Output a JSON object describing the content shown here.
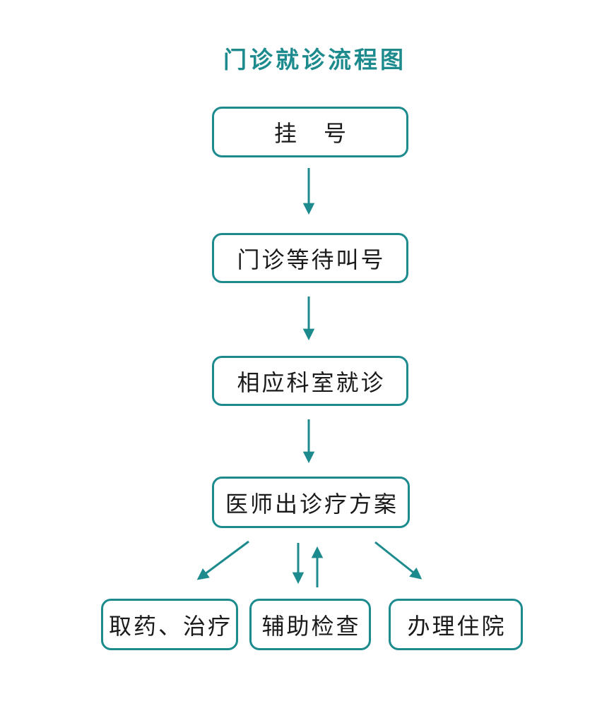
{
  "title": "门诊就诊流程图",
  "colors": {
    "accent": "#1D8B8D",
    "text": "#1A1A1A",
    "bg": "#FFFFFF"
  },
  "nodes": [
    {
      "id": "register",
      "label": "挂　号"
    },
    {
      "id": "waiting",
      "label": "门诊等待叫号"
    },
    {
      "id": "department-visit",
      "label": "相应科室就诊"
    },
    {
      "id": "treatment-plan",
      "label": "医师出诊疗方案"
    },
    {
      "id": "pharmacy-treatment",
      "label": "取药、治疗"
    },
    {
      "id": "auxiliary-exam",
      "label": "辅助检查"
    },
    {
      "id": "hospital-admission",
      "label": "办理住院"
    }
  ],
  "edges": [
    {
      "from": "register",
      "to": "waiting",
      "style": "arrow-down"
    },
    {
      "from": "waiting",
      "to": "department-visit",
      "style": "arrow-down"
    },
    {
      "from": "department-visit",
      "to": "treatment-plan",
      "style": "arrow-down"
    },
    {
      "from": "treatment-plan",
      "to": "pharmacy-treatment",
      "style": "arrow-diagonal-left"
    },
    {
      "from": "treatment-plan",
      "to": "auxiliary-exam",
      "style": "arrow-down"
    },
    {
      "from": "auxiliary-exam",
      "to": "treatment-plan",
      "style": "arrow-up"
    },
    {
      "from": "treatment-plan",
      "to": "hospital-admission",
      "style": "arrow-diagonal-right"
    }
  ]
}
